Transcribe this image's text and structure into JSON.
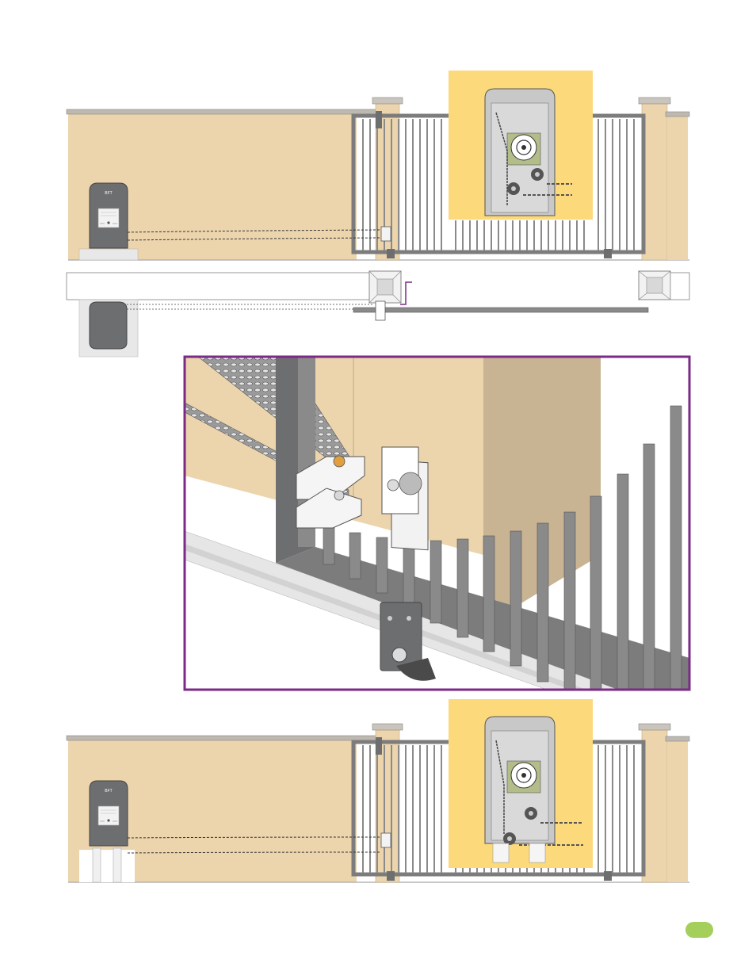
{
  "page": {
    "page_number_badge": "",
    "accent_color": "#a4cf5a",
    "frame_color": "#7b2a86",
    "wall_color": "#ecd4ad",
    "inset_color": "#fcd97b",
    "gate_color": "#8a8a8a"
  },
  "motor": {
    "brand_label": "BFT"
  },
  "figures": [
    {
      "name": "gate-elevation-surface-mount",
      "icons": [
        "wall",
        "gate",
        "motor-unit",
        "chain",
        "bracket",
        "pillar"
      ]
    },
    {
      "name": "gate-plan-view",
      "icons": [
        "wall-top",
        "pillar-cap",
        "motor-unit",
        "chain",
        "track"
      ]
    },
    {
      "name": "bracket-detail-perspective",
      "icons": [
        "gate-frame",
        "bracket",
        "chain",
        "roller-wheel",
        "track",
        "pickets"
      ]
    },
    {
      "name": "gate-elevation-post-mount",
      "icons": [
        "wall",
        "gate",
        "motor-unit",
        "posts",
        "chain",
        "pillar"
      ]
    }
  ]
}
